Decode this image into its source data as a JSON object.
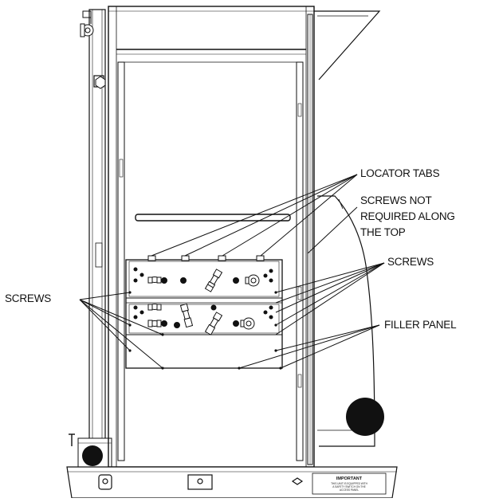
{
  "labels": {
    "locator_tabs": "LOCATOR TABS",
    "screws_not_required": [
      "SCREWS NOT",
      "REQUIRED ALONG",
      "THE TOP"
    ],
    "screws_right": "SCREWS",
    "screws_left": "SCREWS",
    "filler_panel": "FILLER PANEL"
  },
  "warning_label": {
    "heading": "IMPORTANT",
    "lines": [
      "THIS UNIT IS EQUIPPED WITH",
      "A SAFETY SWITCH ON THE",
      "ACCESS PANEL"
    ]
  }
}
